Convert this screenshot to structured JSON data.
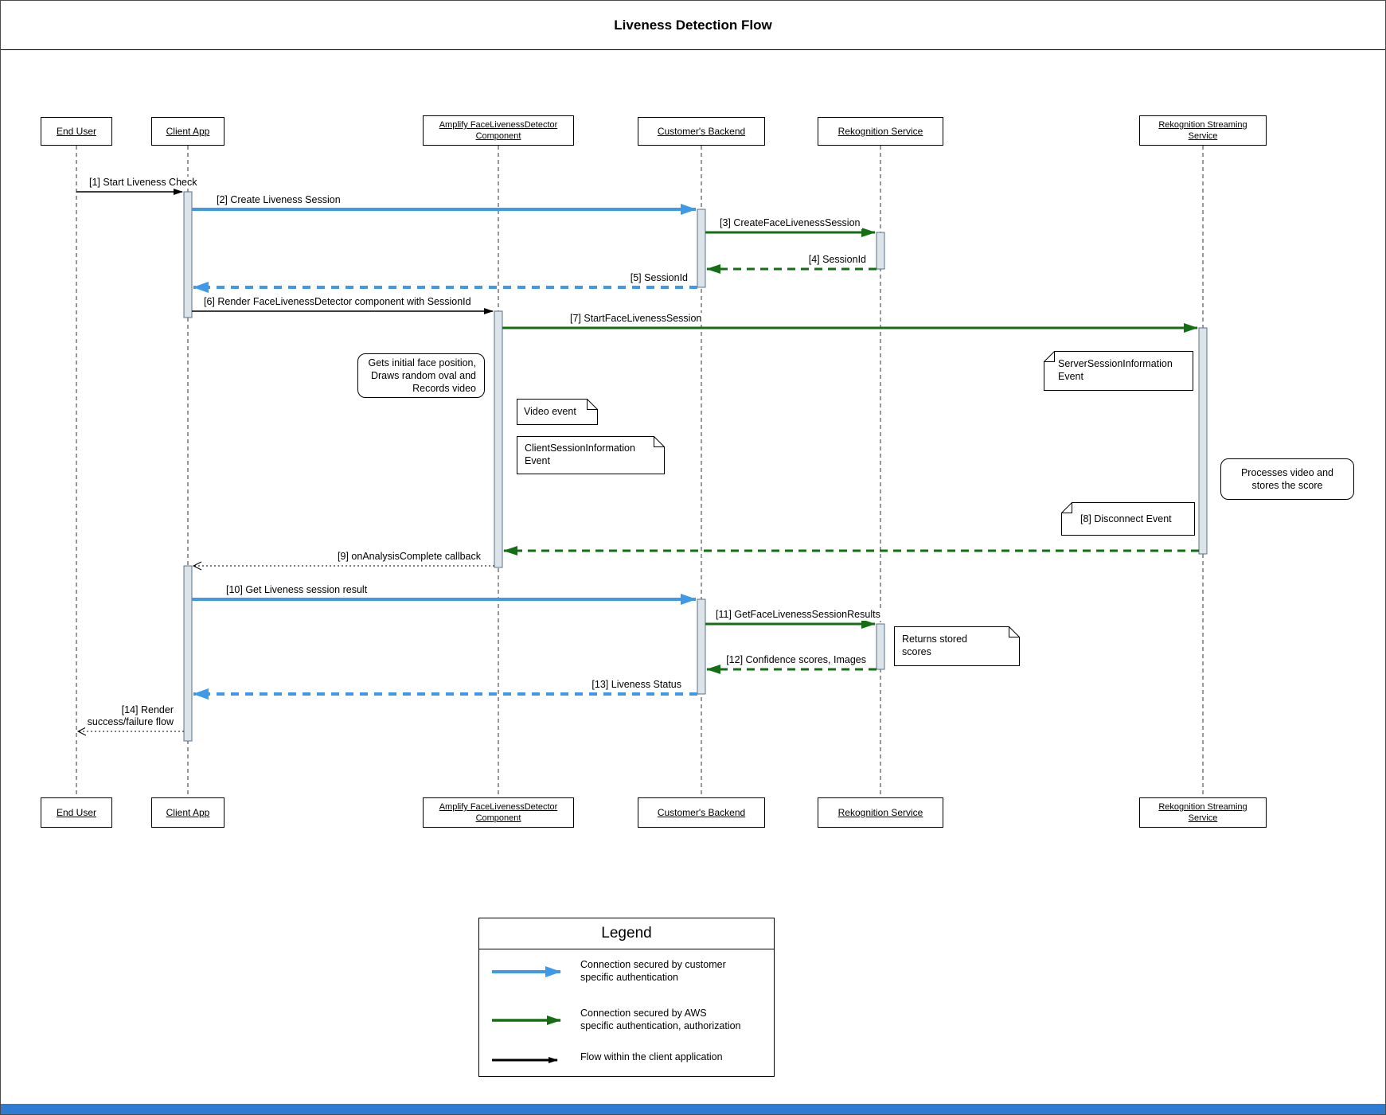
{
  "title": "Liveness Detection Flow",
  "actors": {
    "end_user": "End User",
    "client_app": "Client App",
    "amplify": "Amplify FaceLivenessDetector\nComponent",
    "backend": "Customer's Backend",
    "rekognition": "Rekognition Service",
    "streaming": "Rekognition Streaming\nService"
  },
  "messages": {
    "m1": "[1] Start Liveness Check",
    "m2": "[2] Create Liveness Session",
    "m3": "[3] CreateFaceLivenessSession",
    "m4": "[4] SessionId",
    "m5": "[5] SessionId",
    "m6": "[6] Render FaceLivenessDetector component with SessionId",
    "m7": "[7] StartFaceLivenessSession",
    "m9": "[9] onAnalysisComplete callback",
    "m10": "[10] Get Liveness session result",
    "m11": "[11] GetFaceLivenessSessionResults",
    "m12": "[12] Confidence scores, Images",
    "m13": "[13] Liveness Status",
    "m14": "[14] Render\nsuccess/failure flow"
  },
  "notes": {
    "face_position": "Gets initial face position,\nDraws random oval and\nRecords video",
    "video_event": "Video event",
    "client_session": "ClientSessionInformation\nEvent",
    "server_session": "ServerSessionInformation\nEvent",
    "processes_video": "Processes video and\nstores the score",
    "disconnect": "[8] Disconnect Event",
    "returns_scores": "Returns stored\nscores"
  },
  "legend": {
    "title": "Legend",
    "items": [
      {
        "key": "customer-auth",
        "label": "Connection secured by customer\nspecific authentication"
      },
      {
        "key": "aws-auth",
        "label": "Connection secured by AWS\nspecific authentication, authorization"
      },
      {
        "key": "client-flow",
        "label": "Flow within the client application"
      }
    ]
  },
  "colors": {
    "customer_auth_blue": "#3e99e8",
    "aws_auth_green": "#146e14",
    "client_flow_black": "#000000",
    "activation_fill": "#dce3e9",
    "activation_border": "#5a7287",
    "bottom_bar_blue": "#2e7bd4"
  }
}
